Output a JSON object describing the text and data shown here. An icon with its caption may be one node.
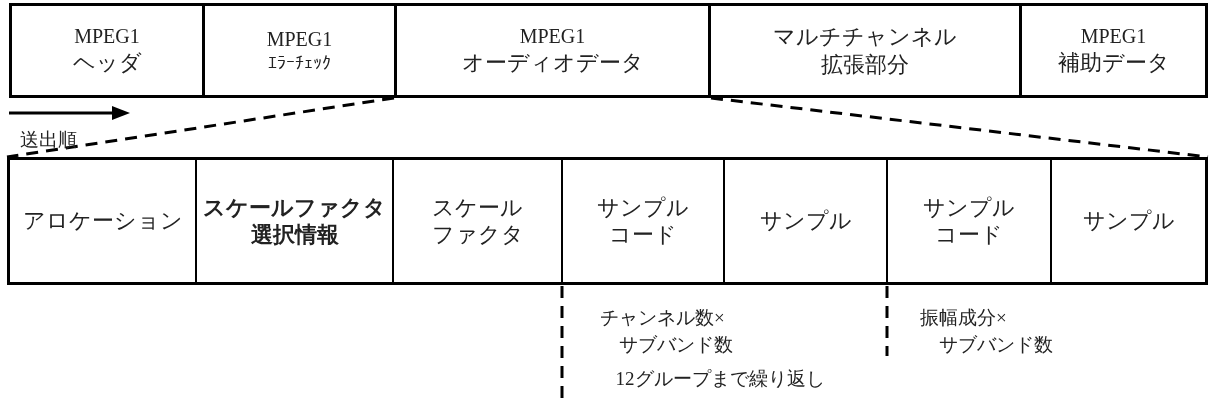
{
  "diagram": {
    "nodes": [
      {
        "text": [
          "MPEG1",
          "ヘッダ"
        ]
      },
      {
        "text": [
          "MPEG1",
          "ｴﾗｰﾁｪｯｸ"
        ]
      },
      {
        "text": [
          "MPEG1",
          "オーディオデータ"
        ]
      },
      {
        "text": [
          "マルチチャンネル拡張部分"
        ]
      },
      {
        "text": [
          "MPEG1",
          "補助データ"
        ]
      },
      {
        "text": [
          "アロケーション"
        ]
      },
      {
        "text": [
          "スケールファクタ選択情報"
        ]
      },
      {
        "text": [
          "スケールファクタ"
        ]
      },
      {
        "text": [
          "サンプルコード"
        ]
      },
      {
        "text": [
          "サンプル"
        ]
      },
      {
        "text": [
          "サンプルコード"
        ]
      },
      {
        "text": [
          "サンプル"
        ]
      }
    ],
    "edges": [
      {
        "from": 2,
        "to": 5,
        "arrow": "none",
        "style": "dashed"
      },
      {
        "from": 2,
        "to": 11,
        "arrow": "none",
        "style": "dashed"
      }
    ],
    "labels": [
      "送出順",
      "チャンネル数×サブバンド数",
      "振幅成分×サブバンド数",
      "12グループまで繰り返し"
    ]
  }
}
